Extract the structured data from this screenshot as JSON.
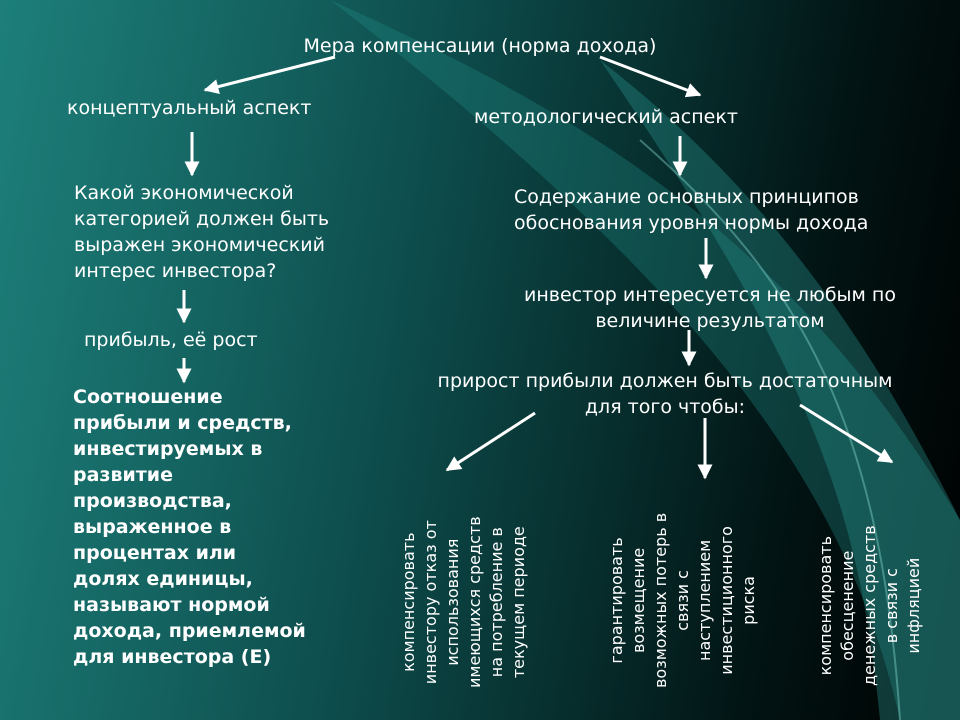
{
  "title": "Мера компенсации (норма дохода)",
  "left": {
    "aspect": "концептуальный аспект",
    "question": [
      "Какой экономической",
      "категорией должен быть",
      "выражен экономический",
      "интерес инвестора?"
    ],
    "answer": "прибыль, её рост",
    "definition": [
      "Соотношение",
      "прибыли и средств,",
      "инвестируемых в",
      "развитие",
      "производства,",
      "выраженное в",
      "процентах или",
      "долях единицы,",
      "называют нормой",
      "дохода, приемлемой",
      "для инвестора (Е)"
    ]
  },
  "right": {
    "aspect": "методологический аспект",
    "principles": [
      "Содержание основных принципов",
      "обоснования уровня нормы дохода"
    ],
    "investor": [
      "инвестор интересуется не любым по",
      "величине результатом"
    ],
    "growth": [
      "прирост прибыли должен быть достаточным",
      "для того чтобы:"
    ],
    "goals": [
      [
        "компенсировать",
        "инвестору отказ от",
        "использования",
        "имеющихся средств",
        "на потребление в",
        "текущем периоде"
      ],
      [
        "гарантировать",
        "возмещение",
        "возможных потерь в",
        "связи с",
        "наступлением",
        "инвестиционного",
        "риска"
      ],
      [
        "компенсировать",
        "обесценение",
        "денежных средств",
        "в связи с",
        "инфляцией"
      ]
    ]
  }
}
